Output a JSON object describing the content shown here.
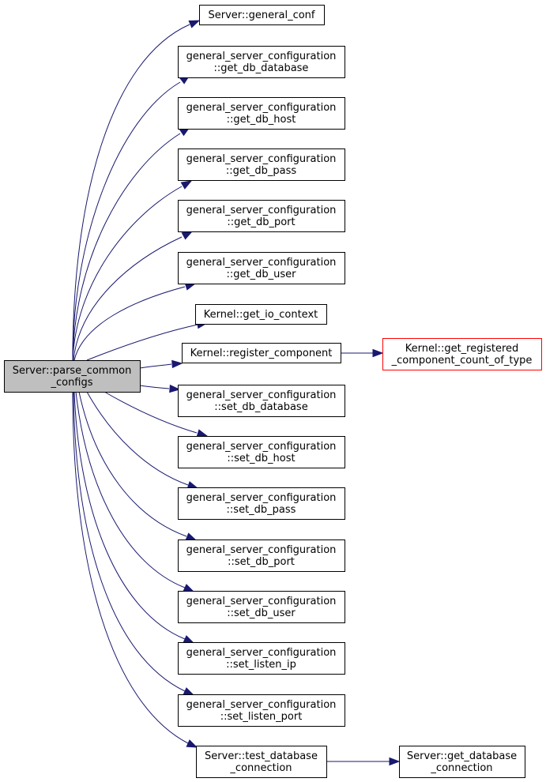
{
  "colors": {
    "edge": "#191970",
    "root_fill": "#bfbfbf",
    "node_fill": "#ffffff",
    "node_border": "#000000",
    "incomplete_border": "#ff0000"
  },
  "nodes": {
    "root": {
      "lines": [
        "Server::parse_common",
        "_configs"
      ]
    },
    "general_conf": {
      "lines": [
        "Server::general_conf"
      ]
    },
    "get_db_database": {
      "lines": [
        "general_server_configuration",
        "::get_db_database"
      ]
    },
    "get_db_host": {
      "lines": [
        "general_server_configuration",
        "::get_db_host"
      ]
    },
    "get_db_pass": {
      "lines": [
        "general_server_configuration",
        "::get_db_pass"
      ]
    },
    "get_db_port": {
      "lines": [
        "general_server_configuration",
        "::get_db_port"
      ]
    },
    "get_db_user": {
      "lines": [
        "general_server_configuration",
        "::get_db_user"
      ]
    },
    "get_io_context": {
      "lines": [
        "Kernel::get_io_context"
      ]
    },
    "register_component": {
      "lines": [
        "Kernel::register_component"
      ]
    },
    "get_registered_component_count": {
      "lines": [
        "Kernel::get_registered",
        "_component_count_of_type"
      ]
    },
    "set_db_database": {
      "lines": [
        "general_server_configuration",
        "::set_db_database"
      ]
    },
    "set_db_host": {
      "lines": [
        "general_server_configuration",
        "::set_db_host"
      ]
    },
    "set_db_pass": {
      "lines": [
        "general_server_configuration",
        "::set_db_pass"
      ]
    },
    "set_db_port": {
      "lines": [
        "general_server_configuration",
        "::set_db_port"
      ]
    },
    "set_db_user": {
      "lines": [
        "general_server_configuration",
        "::set_db_user"
      ]
    },
    "set_listen_ip": {
      "lines": [
        "general_server_configuration",
        "::set_listen_ip"
      ]
    },
    "set_listen_port": {
      "lines": [
        "general_server_configuration",
        "::set_listen_port"
      ]
    },
    "test_database_connection": {
      "lines": [
        "Server::test_database",
        "_connection"
      ]
    },
    "get_database_connection": {
      "lines": [
        "Server::get_database",
        "_connection"
      ]
    }
  },
  "edges": [
    [
      "root",
      "general_conf"
    ],
    [
      "root",
      "get_db_database"
    ],
    [
      "root",
      "get_db_host"
    ],
    [
      "root",
      "get_db_pass"
    ],
    [
      "root",
      "get_db_port"
    ],
    [
      "root",
      "get_db_user"
    ],
    [
      "root",
      "get_io_context"
    ],
    [
      "root",
      "register_component"
    ],
    [
      "register_component",
      "get_registered_component_count"
    ],
    [
      "root",
      "set_db_database"
    ],
    [
      "root",
      "set_db_host"
    ],
    [
      "root",
      "set_db_pass"
    ],
    [
      "root",
      "set_db_port"
    ],
    [
      "root",
      "set_db_user"
    ],
    [
      "root",
      "set_listen_ip"
    ],
    [
      "root",
      "set_listen_port"
    ],
    [
      "root",
      "test_database_connection"
    ],
    [
      "test_database_connection",
      "get_database_connection"
    ]
  ]
}
